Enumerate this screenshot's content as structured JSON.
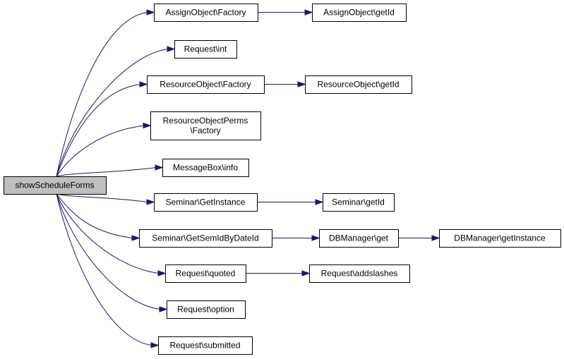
{
  "graph": {
    "colors": {
      "edge": "#191970",
      "root_fill": "#bfbfbf",
      "node_fill": "#ffffff",
      "node_border": "#000000"
    },
    "nodes": {
      "showScheduleForms": [
        "showScheduleForms"
      ],
      "assignFactory": [
        "AssignObject\\Factory"
      ],
      "assignGetId": [
        "AssignObject\\getId"
      ],
      "requestInt": [
        "Request\\int"
      ],
      "resourceFactory": [
        "ResourceObject\\Factory"
      ],
      "resourceGetId": [
        "ResourceObject\\getId"
      ],
      "permsFactory": [
        "ResourceObjectPerms",
        "\\Factory"
      ],
      "messageInfo": [
        "MessageBox\\info"
      ],
      "seminarGetInstance": [
        "Seminar\\GetInstance"
      ],
      "seminarGetId": [
        "Seminar\\getId"
      ],
      "seminarGetSemId": [
        "Seminar\\GetSemIdByDateId"
      ],
      "dbGet": [
        "DBManager\\get"
      ],
      "dbGetInstance": [
        "DBManager\\getInstance"
      ],
      "requestQuoted": [
        "Request\\quoted"
      ],
      "requestAddslashes": [
        "Request\\addslashes"
      ],
      "requestOption": [
        "Request\\option"
      ],
      "requestSubmitted": [
        "Request\\submitted"
      ]
    },
    "edges": [
      [
        "showScheduleForms",
        "assignFactory"
      ],
      [
        "showScheduleForms",
        "requestInt"
      ],
      [
        "showScheduleForms",
        "resourceFactory"
      ],
      [
        "showScheduleForms",
        "permsFactory"
      ],
      [
        "showScheduleForms",
        "messageInfo"
      ],
      [
        "showScheduleForms",
        "seminarGetInstance"
      ],
      [
        "showScheduleForms",
        "seminarGetSemId"
      ],
      [
        "showScheduleForms",
        "requestQuoted"
      ],
      [
        "showScheduleForms",
        "requestOption"
      ],
      [
        "showScheduleForms",
        "requestSubmitted"
      ],
      [
        "assignFactory",
        "assignGetId"
      ],
      [
        "resourceFactory",
        "resourceGetId"
      ],
      [
        "seminarGetInstance",
        "seminarGetId"
      ],
      [
        "seminarGetSemId",
        "dbGet"
      ],
      [
        "dbGet",
        "dbGetInstance"
      ],
      [
        "requestQuoted",
        "requestAddslashes"
      ]
    ]
  }
}
